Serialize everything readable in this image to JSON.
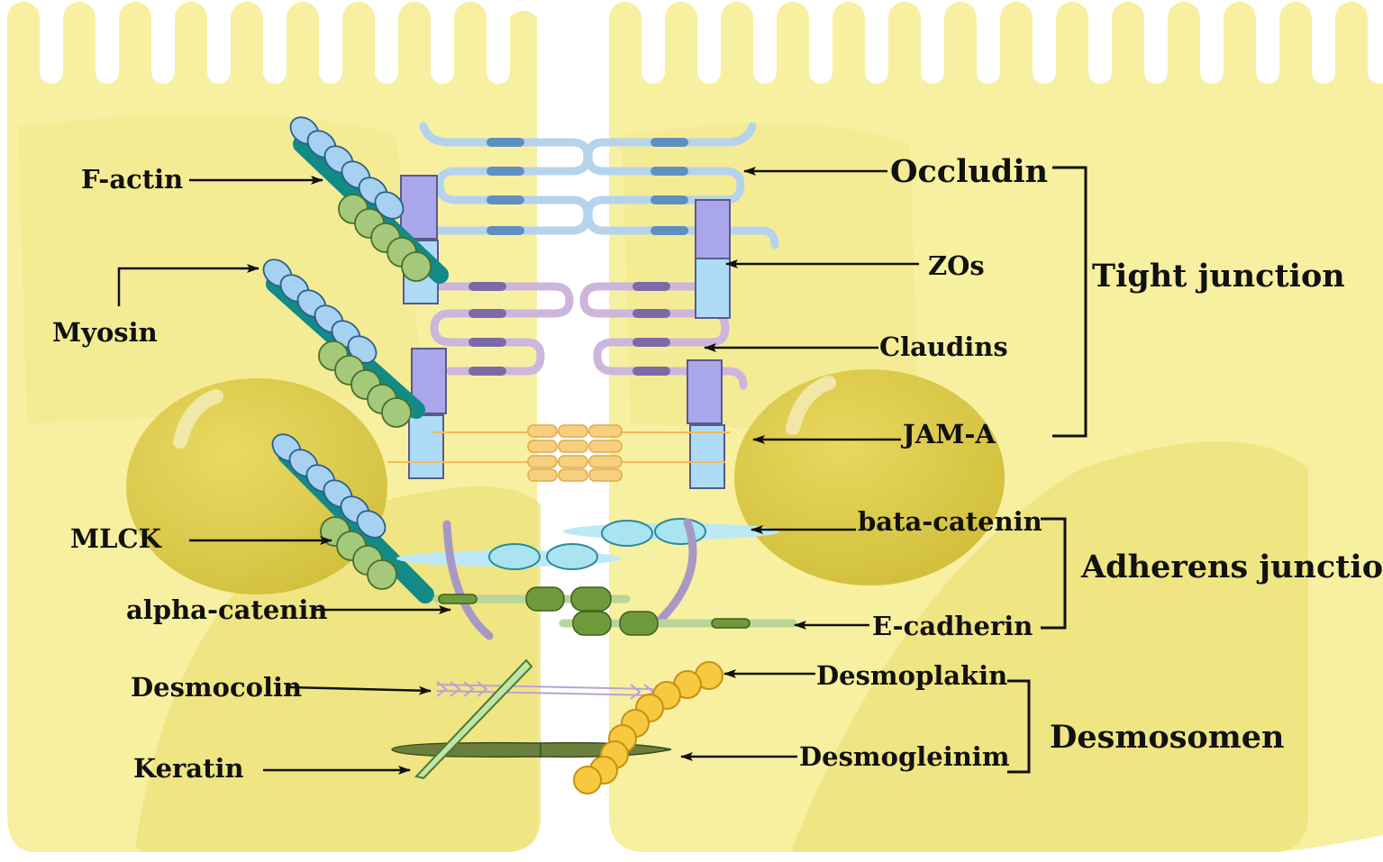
{
  "labels": {
    "f_actin": "F-actin",
    "myosin": "Myosin",
    "mlck": "MLCK",
    "alpha_catenin": "alpha-catenin",
    "desmocolin": "Desmocolin",
    "keratin": "Keratin",
    "occludin": "Occludin",
    "zos": "ZOs",
    "claudins": "Claudins",
    "jam_a": "JAM-A",
    "bata_catenin": "bata-catenin",
    "e_cadherin": "E-cadherin",
    "desmoplakin": "Desmoplakin",
    "desmogleinim": "Desmogleinim"
  },
  "groups": {
    "tight_junction": "Tight junction",
    "adherens_junction": "Adherens junction",
    "desmosomen": "Desmosomen"
  },
  "colors": {
    "cell_fill": "#f7f0a0",
    "cell_shade": "#e9de6a",
    "nucleus": "#d6c43c",
    "actin_blue": "#a6d1f0",
    "myosin_teal": "#128a85",
    "head_green": "#a5c97a",
    "occludin_strand": "#b6d3ec",
    "claudin_strand": "#cdb6dc",
    "zo_purple": "#a9a6ec",
    "zo_blue": "#aedcf7",
    "jam_orange": "#f7cf7e",
    "catenin_cyan": "#bde9f5",
    "cadherin_green": "#6f9a3c",
    "desmoplakin_orange": "#f7c940",
    "keratin_green": "#bfe6a8",
    "arrow": "#111111"
  }
}
